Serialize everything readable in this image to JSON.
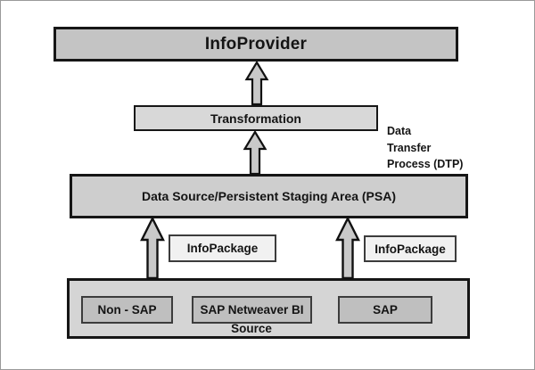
{
  "diagram": {
    "nodes": {
      "infoprovider": {
        "label": "InfoProvider"
      },
      "transformation": {
        "label": "Transformation"
      },
      "psa": {
        "label": "Data Source/Persistent Staging Area (PSA)"
      },
      "infopackage_left": {
        "label": "InfoPackage"
      },
      "infopackage_right": {
        "label": "InfoPackage"
      }
    },
    "dtp_note": {
      "line1": "Data",
      "line2": "Transfer",
      "line3": "Process (DTP)"
    },
    "source_group": {
      "label": "Source",
      "items": [
        {
          "label": "Non - SAP"
        },
        {
          "label": "SAP Netweaver BI"
        },
        {
          "label": "SAP"
        }
      ]
    },
    "colors": {
      "box_fill_dark": "#c4c4c4",
      "box_fill_medium": "#d8d8d8",
      "box_fill_psa": "#cecece",
      "box_fill_group": "#d5d5d5",
      "box_fill_inner": "#bfbfbf",
      "box_fill_light": "#f1f1f1",
      "border": "#161616",
      "arrow_fill": "#c9c9c9",
      "frame_border": "#9a9a9a"
    }
  }
}
